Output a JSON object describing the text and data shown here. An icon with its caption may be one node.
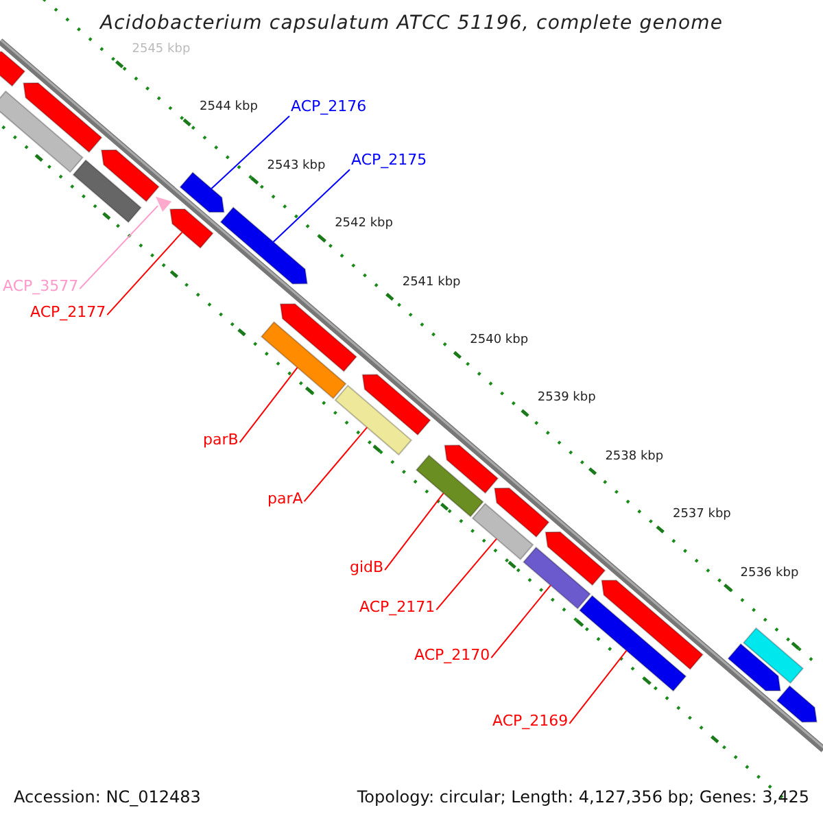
{
  "diagram": {
    "title": "Acidobacterium capsulatum ATCC 51196, complete genome",
    "nodes": [
      {
        "text": [
          "ACP_2176"
        ]
      },
      {
        "text": [
          "ACP_2175"
        ]
      },
      {
        "text": [
          "ACP_3577"
        ]
      },
      {
        "text": [
          "ACP_2177"
        ]
      },
      {
        "text": [
          "parB"
        ]
      },
      {
        "text": [
          "parA"
        ]
      },
      {
        "text": [
          "gidB"
        ]
      },
      {
        "text": [
          "ACP_2171"
        ]
      },
      {
        "text": [
          "ACP_2170"
        ]
      },
      {
        "text": [
          "ACP_2169"
        ]
      },
      {
        "text": [],
        "shape": "arrow"
      },
      {
        "text": [],
        "shape": "bar"
      },
      {
        "text": [],
        "shape": "arrow"
      },
      {
        "text": [],
        "shape": "bar"
      },
      {
        "text": [],
        "shape": "arrow"
      },
      {
        "text": [],
        "shape": "triangle"
      },
      {
        "text": [],
        "shape": "arrow"
      },
      {
        "text": [],
        "shape": "arrow"
      },
      {
        "text": [],
        "shape": "arrow"
      },
      {
        "text": [],
        "shape": "arrow"
      },
      {
        "text": [],
        "shape": "bar"
      },
      {
        "text": [],
        "shape": "bar"
      },
      {
        "text": [],
        "shape": "arrow"
      },
      {
        "text": [],
        "shape": "bar"
      },
      {
        "text": [],
        "shape": "arrow"
      },
      {
        "text": [],
        "shape": "arrow"
      },
      {
        "text": [],
        "shape": "bar"
      },
      {
        "text": [],
        "shape": "arrow"
      },
      {
        "text": [],
        "shape": "bar"
      },
      {
        "text": [],
        "shape": "arrow"
      },
      {
        "text": [],
        "shape": "bar"
      },
      {
        "text": [],
        "shape": "arrow"
      },
      {
        "text": [],
        "shape": "bar"
      },
      {
        "text": [],
        "shape": "arrow"
      }
    ],
    "edges": [
      {
        "from": 0,
        "to": 16,
        "arrow": "none",
        "color": "#0000ff"
      },
      {
        "from": 1,
        "to": 18,
        "arrow": "none",
        "color": "#0000ff"
      },
      {
        "from": 2,
        "to": 15,
        "arrow": "none",
        "color": "#ff99cc"
      },
      {
        "from": 3,
        "to": 17,
        "arrow": "none"
      },
      {
        "from": 4,
        "to": 20,
        "arrow": "none"
      },
      {
        "from": 5,
        "to": 21,
        "arrow": "none"
      },
      {
        "from": 6,
        "to": 23,
        "arrow": "none"
      },
      {
        "from": 7,
        "to": 26,
        "arrow": "none"
      },
      {
        "from": 8,
        "to": 28,
        "arrow": "none"
      },
      {
        "from": 9,
        "to": 30,
        "arrow": "none"
      }
    ],
    "labels": [
      "2545 kbp",
      "2544 kbp",
      "2543 kbp",
      "2542 kbp",
      "2541 kbp",
      "2540 kbp",
      "2539 kbp",
      "2538 kbp",
      "2537 kbp",
      "2536 kbp",
      "Accession: NC_012483",
      "Topology: circular; Length: 4,127,356 bp; Genes: 3,425"
    ]
  }
}
